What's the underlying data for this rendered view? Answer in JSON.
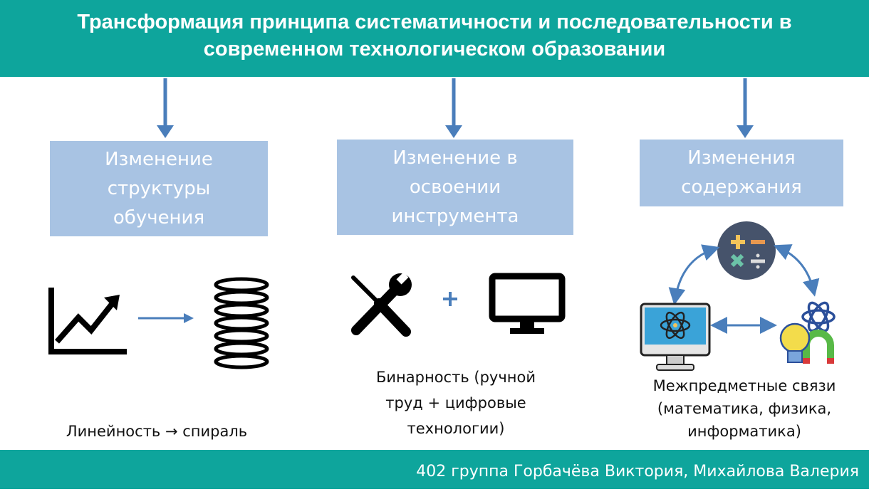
{
  "header": {
    "title": "Трансформация принципа систематичности и последовательности в современном технологическом образовании"
  },
  "columns": [
    {
      "box": "Изменение структуры обучения",
      "caption": "Линейность → спираль",
      "icons": [
        "line-chart-icon",
        "arrow-right-icon",
        "spiral-icon"
      ]
    },
    {
      "box": "Изменение в освоении инструмента",
      "caption": "Бинарность (ручной труд + цифровые технологии)",
      "icons": [
        "tools-icon",
        "plus-icon",
        "monitor-icon"
      ]
    },
    {
      "box": "Изменения содержания",
      "caption": "Межпредметные связи (математика, физика, информатика)",
      "icons": [
        "math-operations-icon",
        "computer-atom-icon",
        "science-icon"
      ]
    }
  ],
  "footer": {
    "text": "402 группа Горбачёва Виктория, Михайлова Валерия"
  },
  "colors": {
    "teal": "#0ea59c",
    "box": "#a8c3e3",
    "arrow": "#4a7ebb"
  }
}
